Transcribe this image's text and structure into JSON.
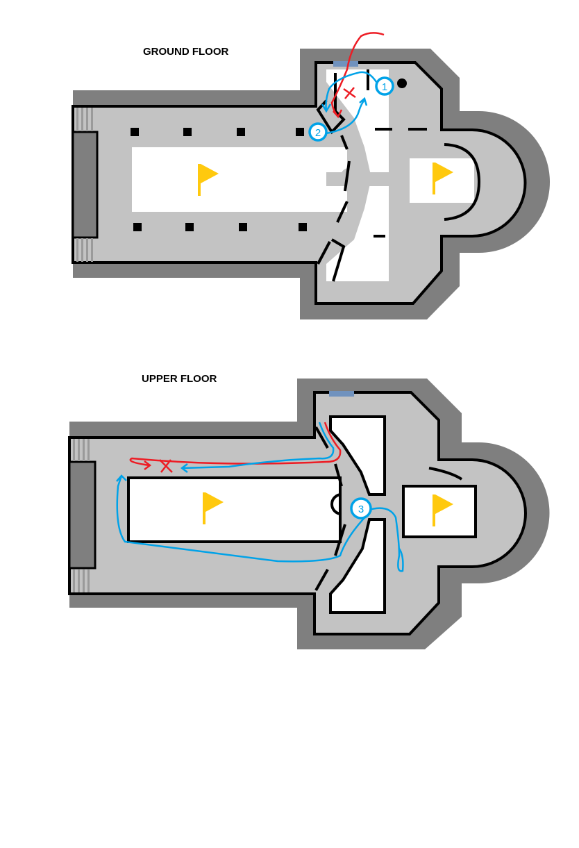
{
  "floors": [
    {
      "title": "GROUND FLOOR",
      "markers": [
        "1",
        "2"
      ]
    },
    {
      "title": "UPPER FLOOR",
      "markers": [
        "3"
      ]
    }
  ],
  "colors": {
    "wall": "#7f7f7f",
    "floor": "#c3c3c3",
    "objective_flag": "#ffc90e",
    "red_path": "#ed1c24",
    "blue_path": "#00a2e8",
    "window": "#7092be"
  },
  "legend_icons": [
    "flag-icon",
    "cross-mark-icon",
    "numbered-marker-icon"
  ]
}
